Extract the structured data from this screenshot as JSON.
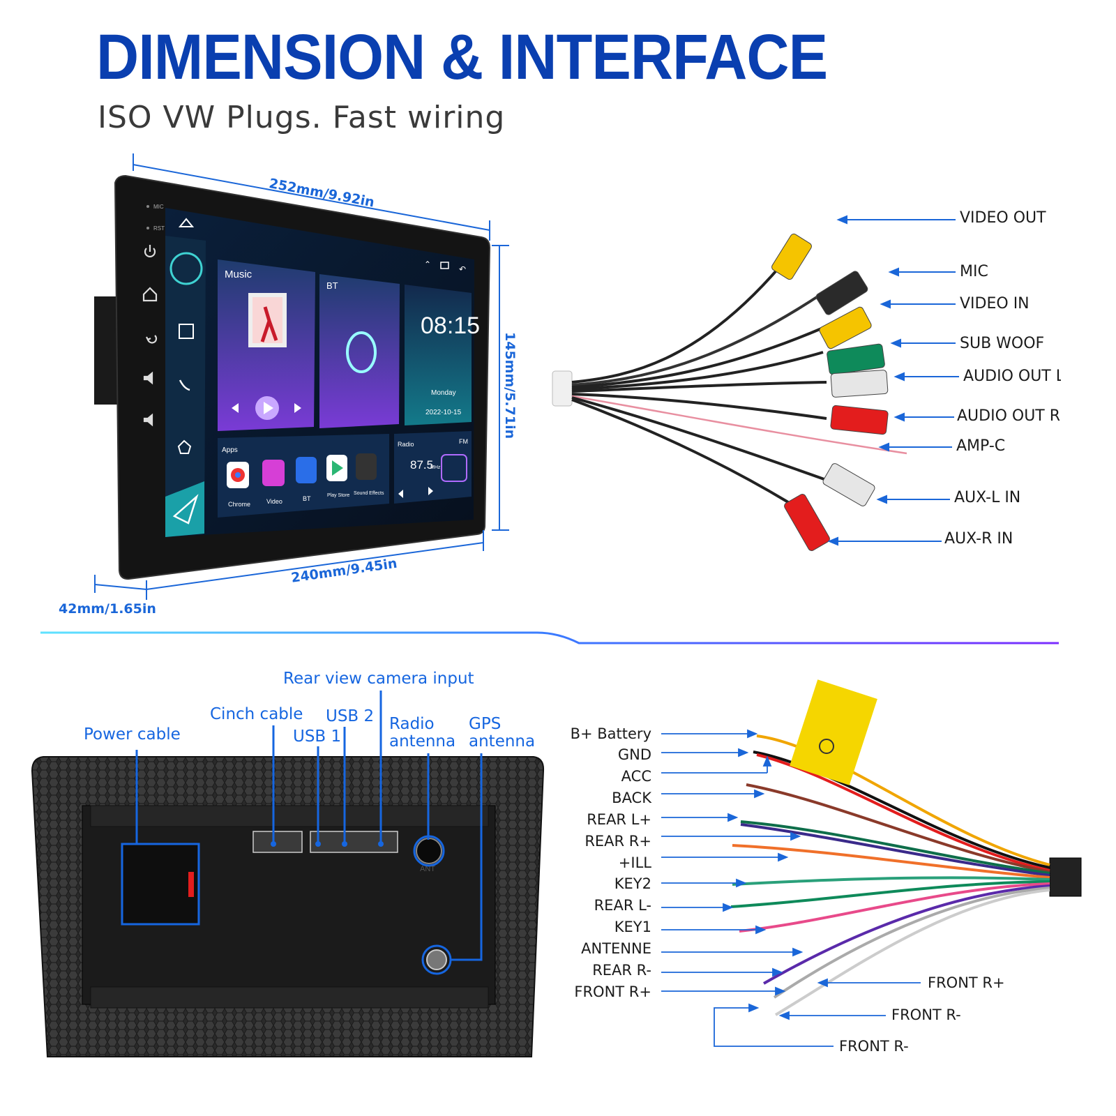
{
  "header": {
    "title": "DIMENSION & INTERFACE",
    "subtitle": "ISO VW Plugs. Fast wiring"
  },
  "dimensions": {
    "top_width": "252mm/9.92in",
    "bottom_width": "240mm/9.45in",
    "height": "145mm/5.71in",
    "depth": "42mm/1.65in"
  },
  "head_unit_screen": {
    "side_labels": [
      "MIC",
      "RST"
    ],
    "music_title": "Music",
    "bt_title": "BT",
    "clock": {
      "time": "08:15",
      "day": "Monday",
      "date": "2022-10-15"
    },
    "apps_title": "Apps",
    "apps": [
      "Chrome",
      "Video",
      "BT",
      "Play Store",
      "Sound Effects"
    ],
    "radio": {
      "title": "Radio",
      "band": "FM",
      "frequency": "87.5",
      "unit": "MHz"
    }
  },
  "cinch_cable_labels": [
    "VIDEO OUT",
    "MIC",
    "VIDEO IN",
    "SUB WOOF",
    "AUDIO OUT L",
    "AUDIO OUT R",
    "AMP-C",
    "AUX-L IN",
    "AUX-R IN"
  ],
  "rear_panel_labels": {
    "power_cable": "Power cable",
    "cinch_cable": "Cinch cable",
    "usb1": "USB 1",
    "usb2": "USB 2",
    "rear_camera": "Rear view camera input",
    "radio_antenna_1": "Radio",
    "radio_antenna_2": "antenna",
    "gps_antenna_1": "GPS",
    "gps_antenna_2": "antenna",
    "ant_mark": "ANT"
  },
  "power_harness_labels": [
    "B+ Battery",
    "GND",
    "ACC",
    "BACK",
    "REAR L+",
    "REAR R+",
    "+ILL",
    "KEY2",
    "REAR L-",
    "KEY1",
    "ANTENNE",
    "REAR R-",
    "FRONT R+"
  ],
  "power_harness_right_labels": [
    "FRONT R+",
    "FRONT R-",
    "FRONT R-"
  ],
  "colors": {
    "title_blue": "#0a3fb0",
    "accent_blue": "#1666e0",
    "wire_yellow": "#f5c400",
    "wire_red": "#e31d1d",
    "wire_green": "#0e8a5a",
    "wire_white": "#e6e6e6"
  }
}
